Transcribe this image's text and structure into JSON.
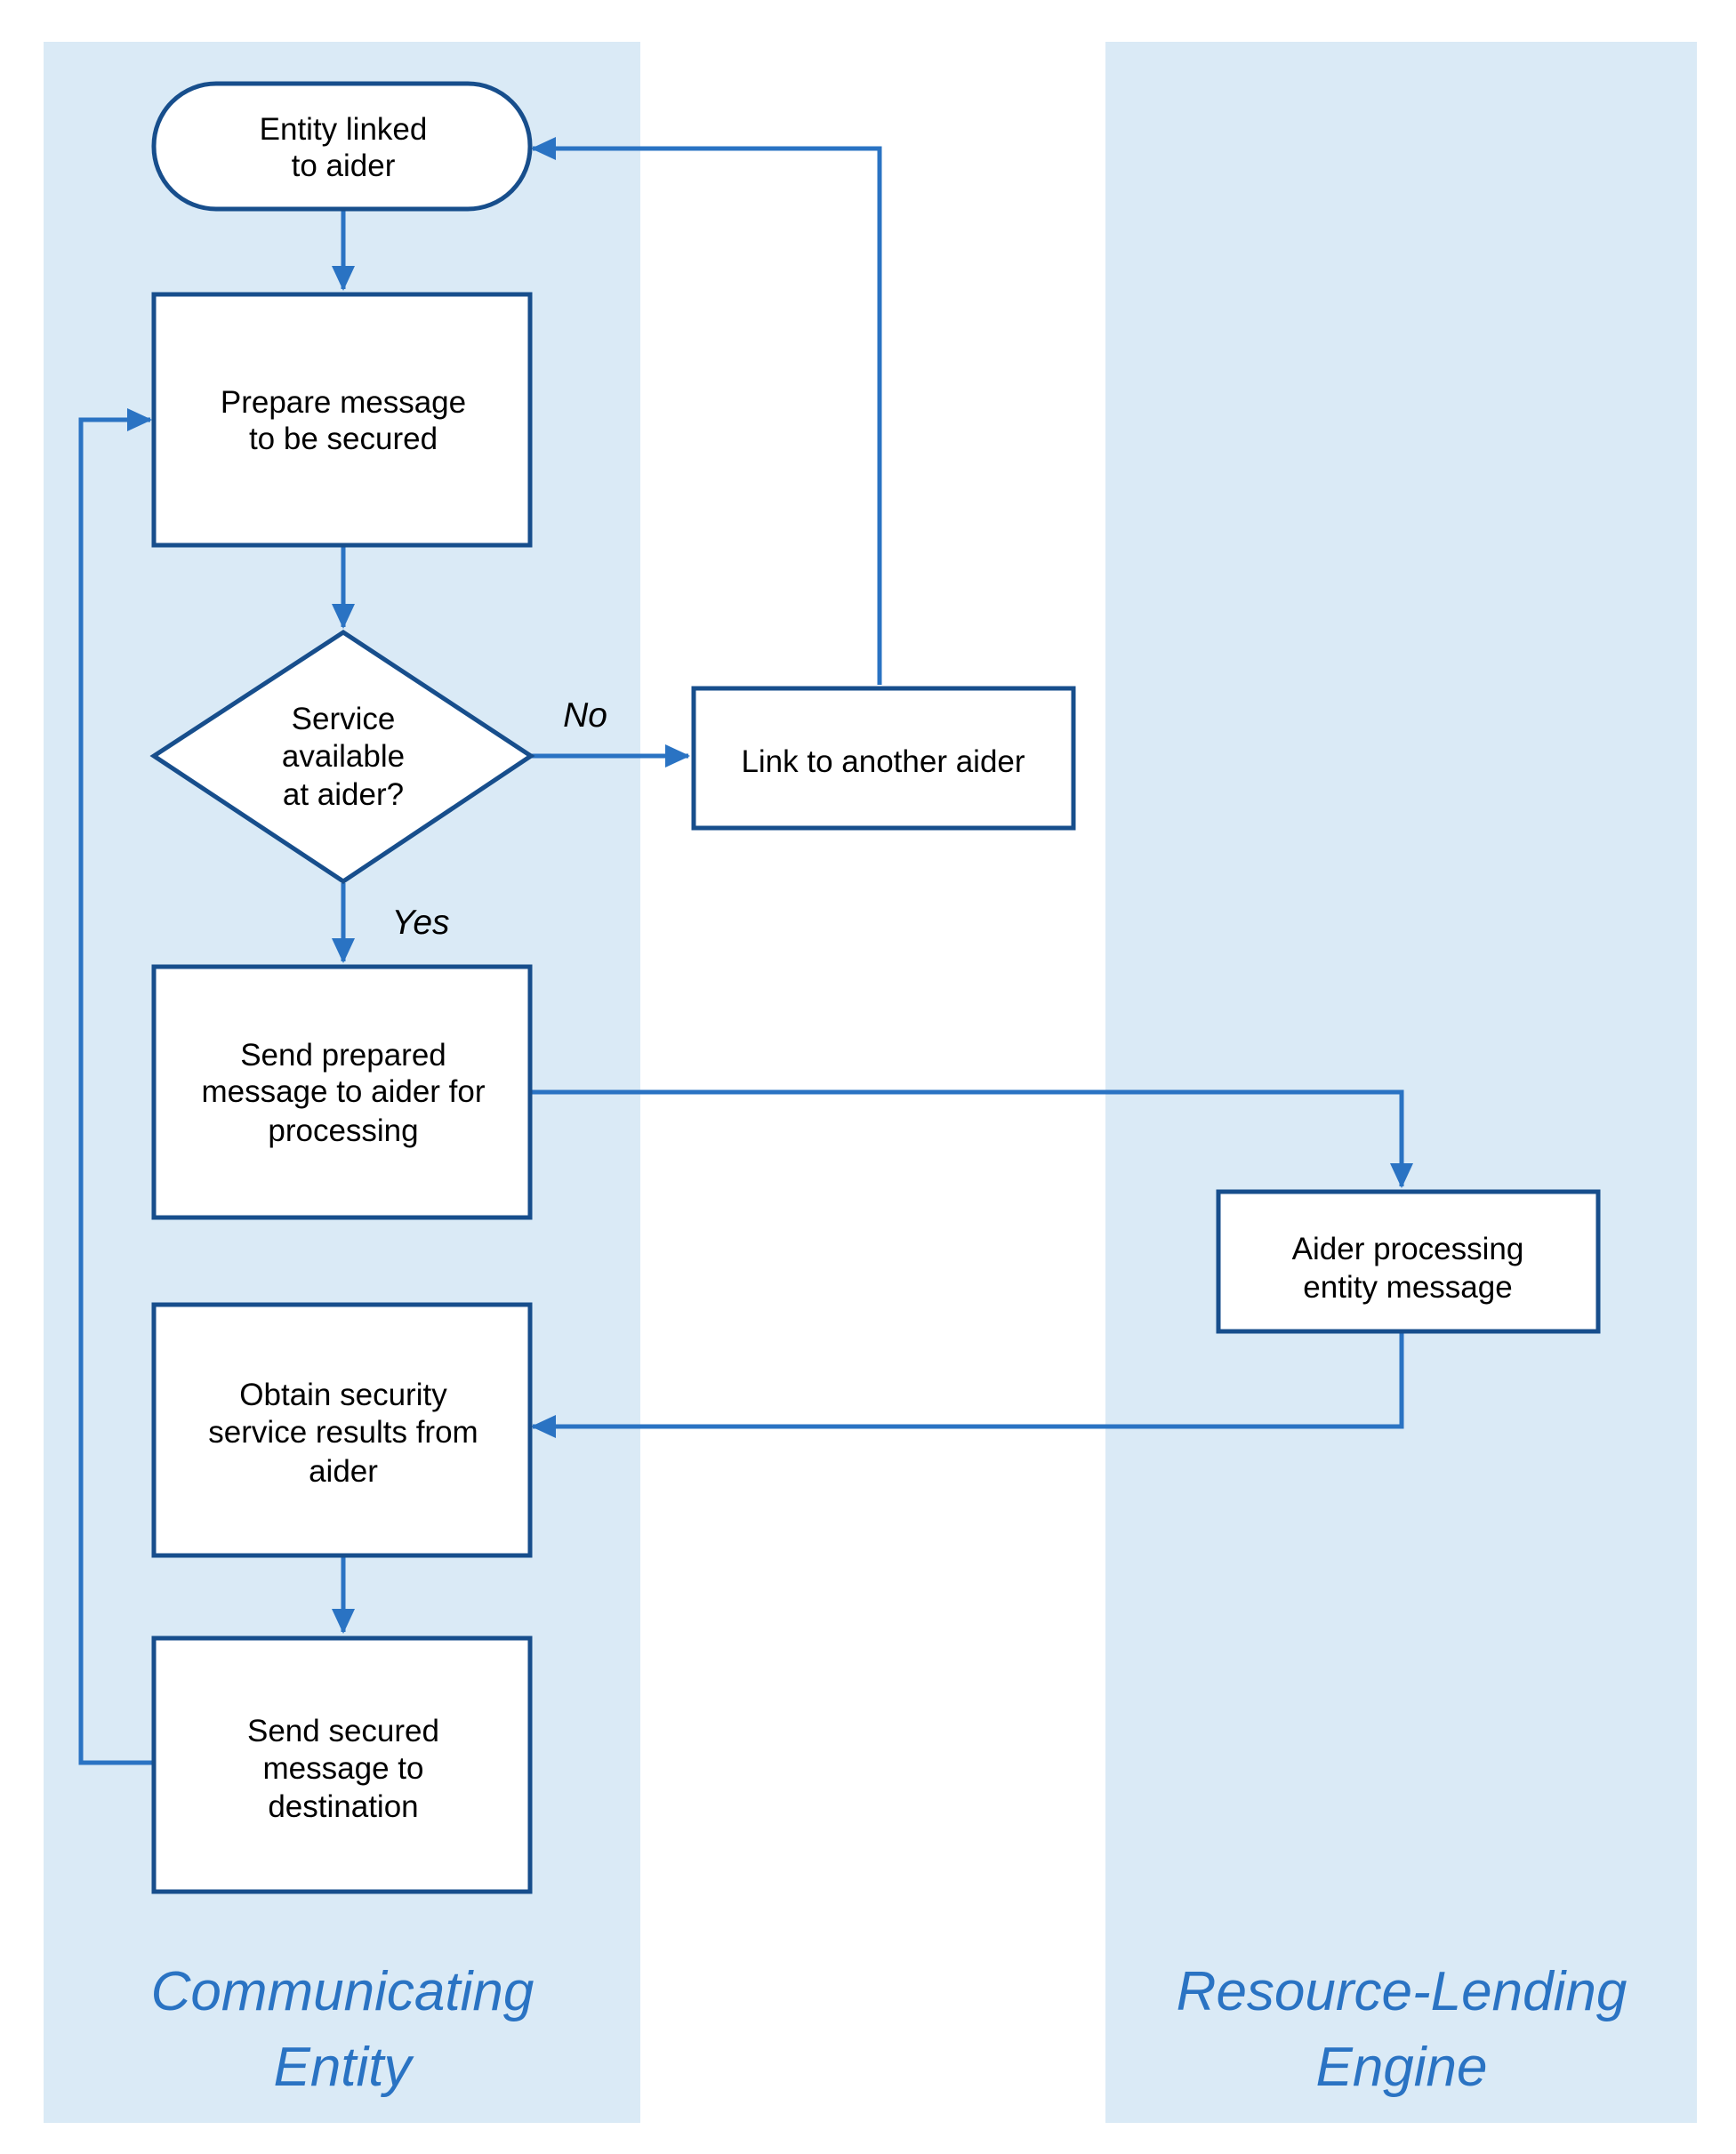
{
  "colors": {
    "lane_fill": "#daeaf6",
    "node_stroke": "#174e8c",
    "connector": "#2a73c3",
    "lane_title": "#2a73c3",
    "node_fill": "#ffffff"
  },
  "lanes": {
    "communicating_entity": {
      "title_line1": "Communicating",
      "title_line2": "Entity"
    },
    "resource_lending_engine": {
      "title_line1": "Resource-Lending",
      "title_line2": "Engine"
    }
  },
  "nodes": {
    "start": {
      "shape": "terminator",
      "line1": "Entity linked",
      "line2": "to aider"
    },
    "prepare": {
      "shape": "process",
      "line1": "Prepare message",
      "line2": "to be secured"
    },
    "decision": {
      "shape": "decision",
      "line1": "Service",
      "line2": "available",
      "line3": "at aider?"
    },
    "link_other": {
      "shape": "process",
      "line1": "Link to another aider"
    },
    "send_prepared": {
      "shape": "process",
      "line1": "Send prepared",
      "line2": "message to aider for",
      "line3": "processing"
    },
    "aider_processing": {
      "shape": "process",
      "line1": "Aider processing",
      "line2": "entity message"
    },
    "obtain_results": {
      "shape": "process",
      "line1": "Obtain security",
      "line2": "service results from",
      "line3": "aider"
    },
    "send_secured": {
      "shape": "process",
      "line1": "Send secured",
      "line2": "message to",
      "line3": "destination"
    }
  },
  "edges": {
    "no_label": "No",
    "yes_label": "Yes"
  }
}
